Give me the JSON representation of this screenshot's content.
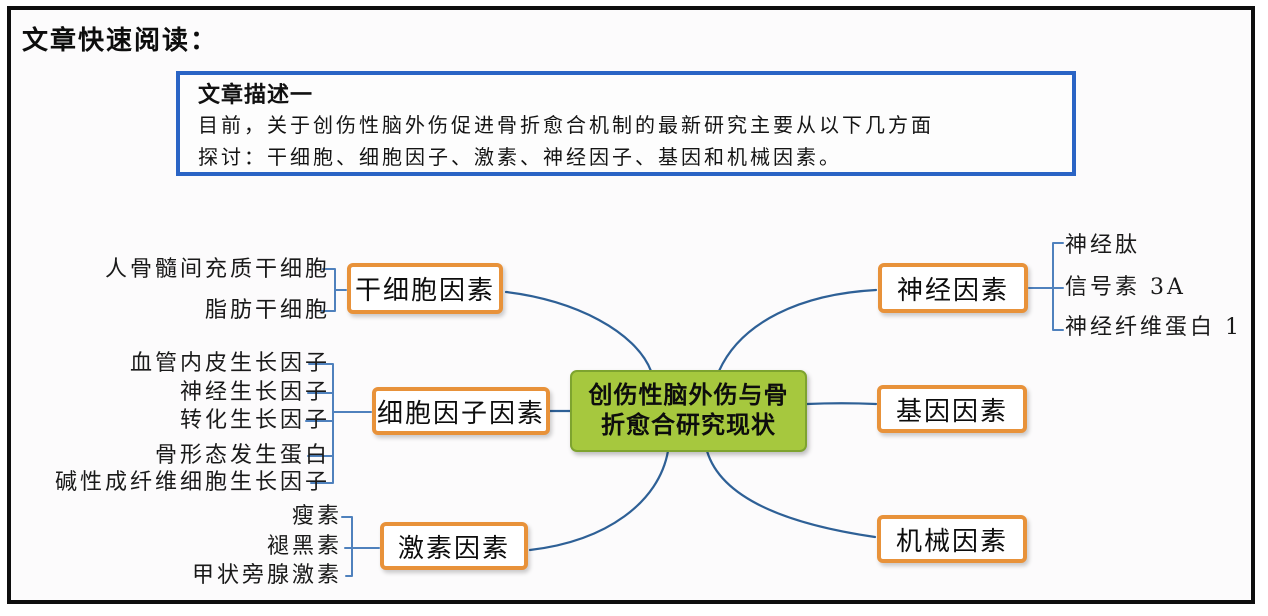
{
  "page": {
    "title": "文章快速阅读："
  },
  "description_box": {
    "heading": "文章描述一",
    "line1": "目前，关于创伤性脑外伤促进骨折愈合机制的最新研究主要从以下几方面",
    "line2": "探讨：干细胞、细胞因子、激素、神经因子、基因和机械因素。"
  },
  "mindmap": {
    "root": {
      "label": "创伤性脑外伤与骨折愈合研究现状",
      "line1": "创伤性脑外伤与骨",
      "line2": "折愈合研究现状"
    },
    "branches": [
      {
        "id": "stem-cell",
        "label": "干细胞因素",
        "side": "left",
        "children": [
          "人骨髓间充质干细胞",
          "脂肪干细胞"
        ]
      },
      {
        "id": "cytokine",
        "label": "细胞因子因素",
        "side": "left",
        "children": [
          "血管内皮生长因子",
          "神经生长因子",
          "转化生长因子",
          "骨形态发生蛋白",
          "碱性成纤维细胞生长因子"
        ]
      },
      {
        "id": "hormone",
        "label": "激素因素",
        "side": "left",
        "children": [
          "瘦素",
          "褪黑素",
          "甲状旁腺激素"
        ]
      },
      {
        "id": "neural",
        "label": "神经因素",
        "side": "right",
        "children": [
          "神经肽",
          "信号素 3A",
          "神经纤维蛋白 1"
        ]
      },
      {
        "id": "gene",
        "label": "基因因素",
        "side": "right",
        "children": []
      },
      {
        "id": "mechanical",
        "label": "机械因素",
        "side": "right",
        "children": []
      }
    ]
  },
  "colors": {
    "frame_border": "#0e0e0e",
    "description_border": "#2a64c5",
    "factor_border": "#e8923a",
    "root_fill": "#a6c83e",
    "root_border": "#7ea32f",
    "curve_line": "#2e6096",
    "bracket_line": "#4f81bd"
  }
}
